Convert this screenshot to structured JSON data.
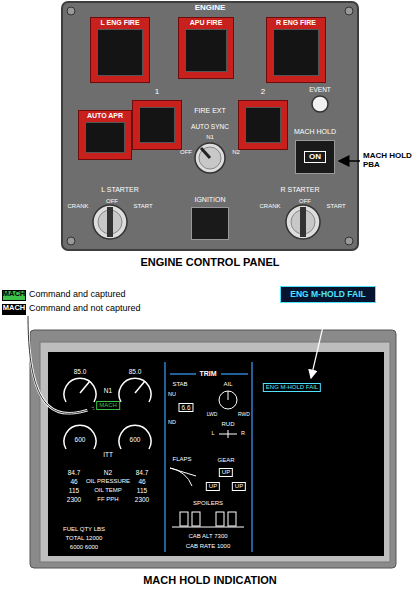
{
  "diagram": {
    "nodes": [
      {
        "text": [
          "ENGINE"
        ]
      },
      {
        "text": [
          "L ENG FIRE"
        ],
        "in": 0
      },
      {
        "text": [
          "APU FIRE"
        ],
        "in": 0
      },
      {
        "text": [
          "R ENG FIRE"
        ],
        "in": 0
      },
      {
        "text": [
          "1"
        ],
        "in": 0
      },
      {
        "text": [
          "2"
        ],
        "in": 0
      },
      {
        "text": [
          "AUTO APR"
        ],
        "in": 0
      },
      {
        "text": [
          "MACH HOLD",
          "ON"
        ],
        "in": 0
      },
      {
        "text": [
          "IGNITION"
        ],
        "in": 0
      },
      {
        "text": [
          "ENG M-HOLD FAIL"
        ]
      }
    ],
    "labels": [
      "FIRE EXT",
      "AUTO SYNC",
      "N1",
      "OFF",
      "N2",
      "EVENT",
      "L STARTER",
      "OFF",
      "CRANK",
      "START",
      "R STARTER",
      "OFF",
      "CRANK",
      "START",
      "MACH HOLD PBA",
      "ENGINE CONTROL PANEL",
      "MACH",
      "MACH",
      "85.0",
      "85.0",
      "N1",
      "MACH",
      "600",
      "600",
      "ITT",
      "84.7",
      "N2",
      "84.7",
      "46",
      "OIL PRESSURE",
      "46",
      "115",
      "OIL TEMP",
      "115",
      "2300",
      "FF PPH",
      "2300",
      "FUEL QTY LBS",
      "TOTAL 12000",
      "6000 6000",
      "TRIM",
      "STAB",
      "NU",
      "6.6",
      "ND",
      "AIL",
      "LWD",
      "RWD",
      "RUD",
      "L",
      "R",
      "FLAPS",
      "GEAR",
      "UP",
      "UP",
      "UP",
      "SPOILERS",
      "CAB ALT 7300",
      "CAB RATE 1000",
      "ENG M-HOLD FAIL",
      "MACH HOLD INDICATION"
    ],
    "legend": [
      {
        "text": "Command and captured",
        "color": "#3cc24a"
      },
      {
        "text": "Command and not captured",
        "color": "#000000"
      }
    ]
  }
}
